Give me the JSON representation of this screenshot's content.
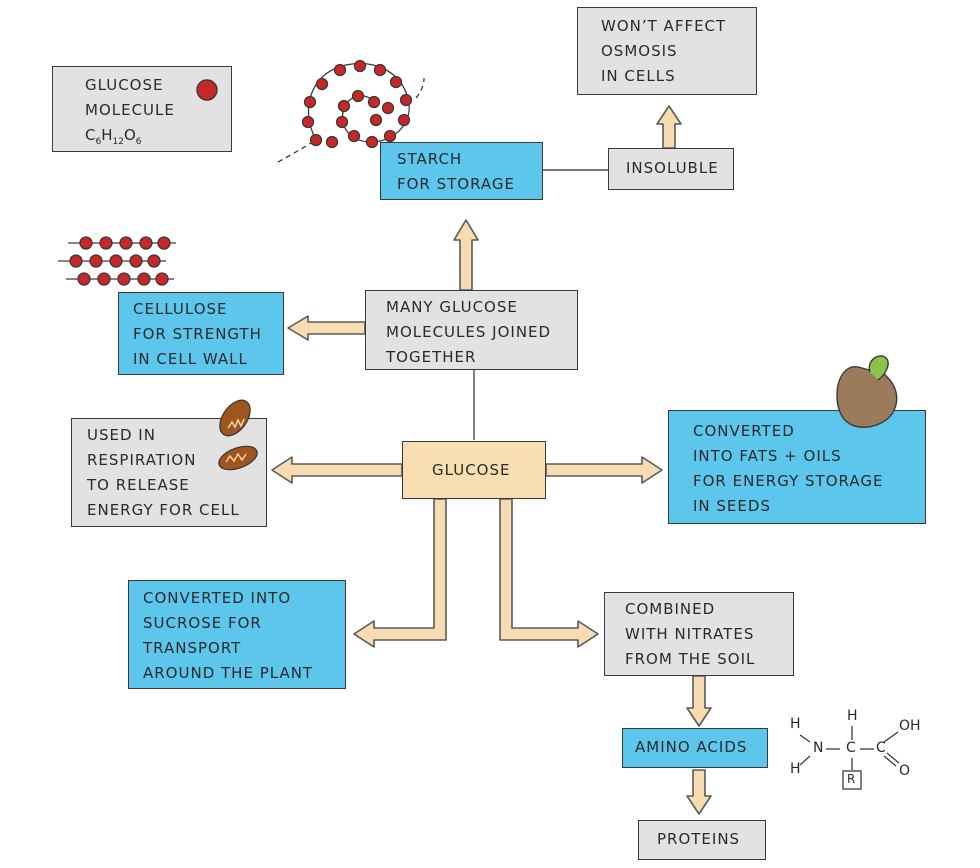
{
  "colors": {
    "blue_box": "#5cc6ec",
    "grey_box": "#e2e2e2",
    "glucose_box": "#f9deb1",
    "arrow_fill": "#f6dcb0",
    "molecule_red": "#c62828",
    "outline": "#3a3a3a"
  },
  "icons": [
    "glucose-molecule-icon",
    "starch-chain-icon",
    "cellulose-chains-icon",
    "mitochondria-icon",
    "germinating-seed-icon",
    "amino-acid-structure-icon"
  ],
  "boxes": {
    "glucose_molecule": {
      "line1": "GLUCOSE",
      "line2": "MOLECULE",
      "formula_c": "C",
      "sub_c": "6",
      "formula_h": "H",
      "sub_h": "12",
      "formula_o": "O",
      "sub_o": "6"
    },
    "wont_affect": "WON’T  AFFECT\nOSMOSIS\nIN  CELLS",
    "insoluble": "INSOLUBLE",
    "starch": "STARCH\nFOR  STORAGE",
    "cellulose": "CELLULOSE\nFOR  STRENGTH\nIN  CELL  WALL",
    "many_glucose": "MANY  GLUCOSE\nMOLECULES  JOINED\nTOGETHER",
    "respiration": "USED  IN\nRESPIRATION\nTO  RELEASE\nENERGY  FOR  CELL",
    "glucose": "GLUCOSE",
    "fats": "CONVERTED\nINTO  FATS + OILS\nFOR  ENERGY  STORAGE\nIN  SEEDS",
    "sucrose": "CONVERTED   INTO\nSUCROSE  FOR\nTRANSPORT\nAROUND  THE  PLANT",
    "nitrates": "COMBINED\nWITH  NITRATES\nFROM  THE  SOIL",
    "amino_acids": "AMINO  ACIDS",
    "proteins": "PROTEINS"
  },
  "amino_structure": {
    "h_left_top": "H",
    "h_left_bottom": "H",
    "n": "N",
    "h_top": "H",
    "oh": "OH",
    "o": "O",
    "r": "R"
  }
}
